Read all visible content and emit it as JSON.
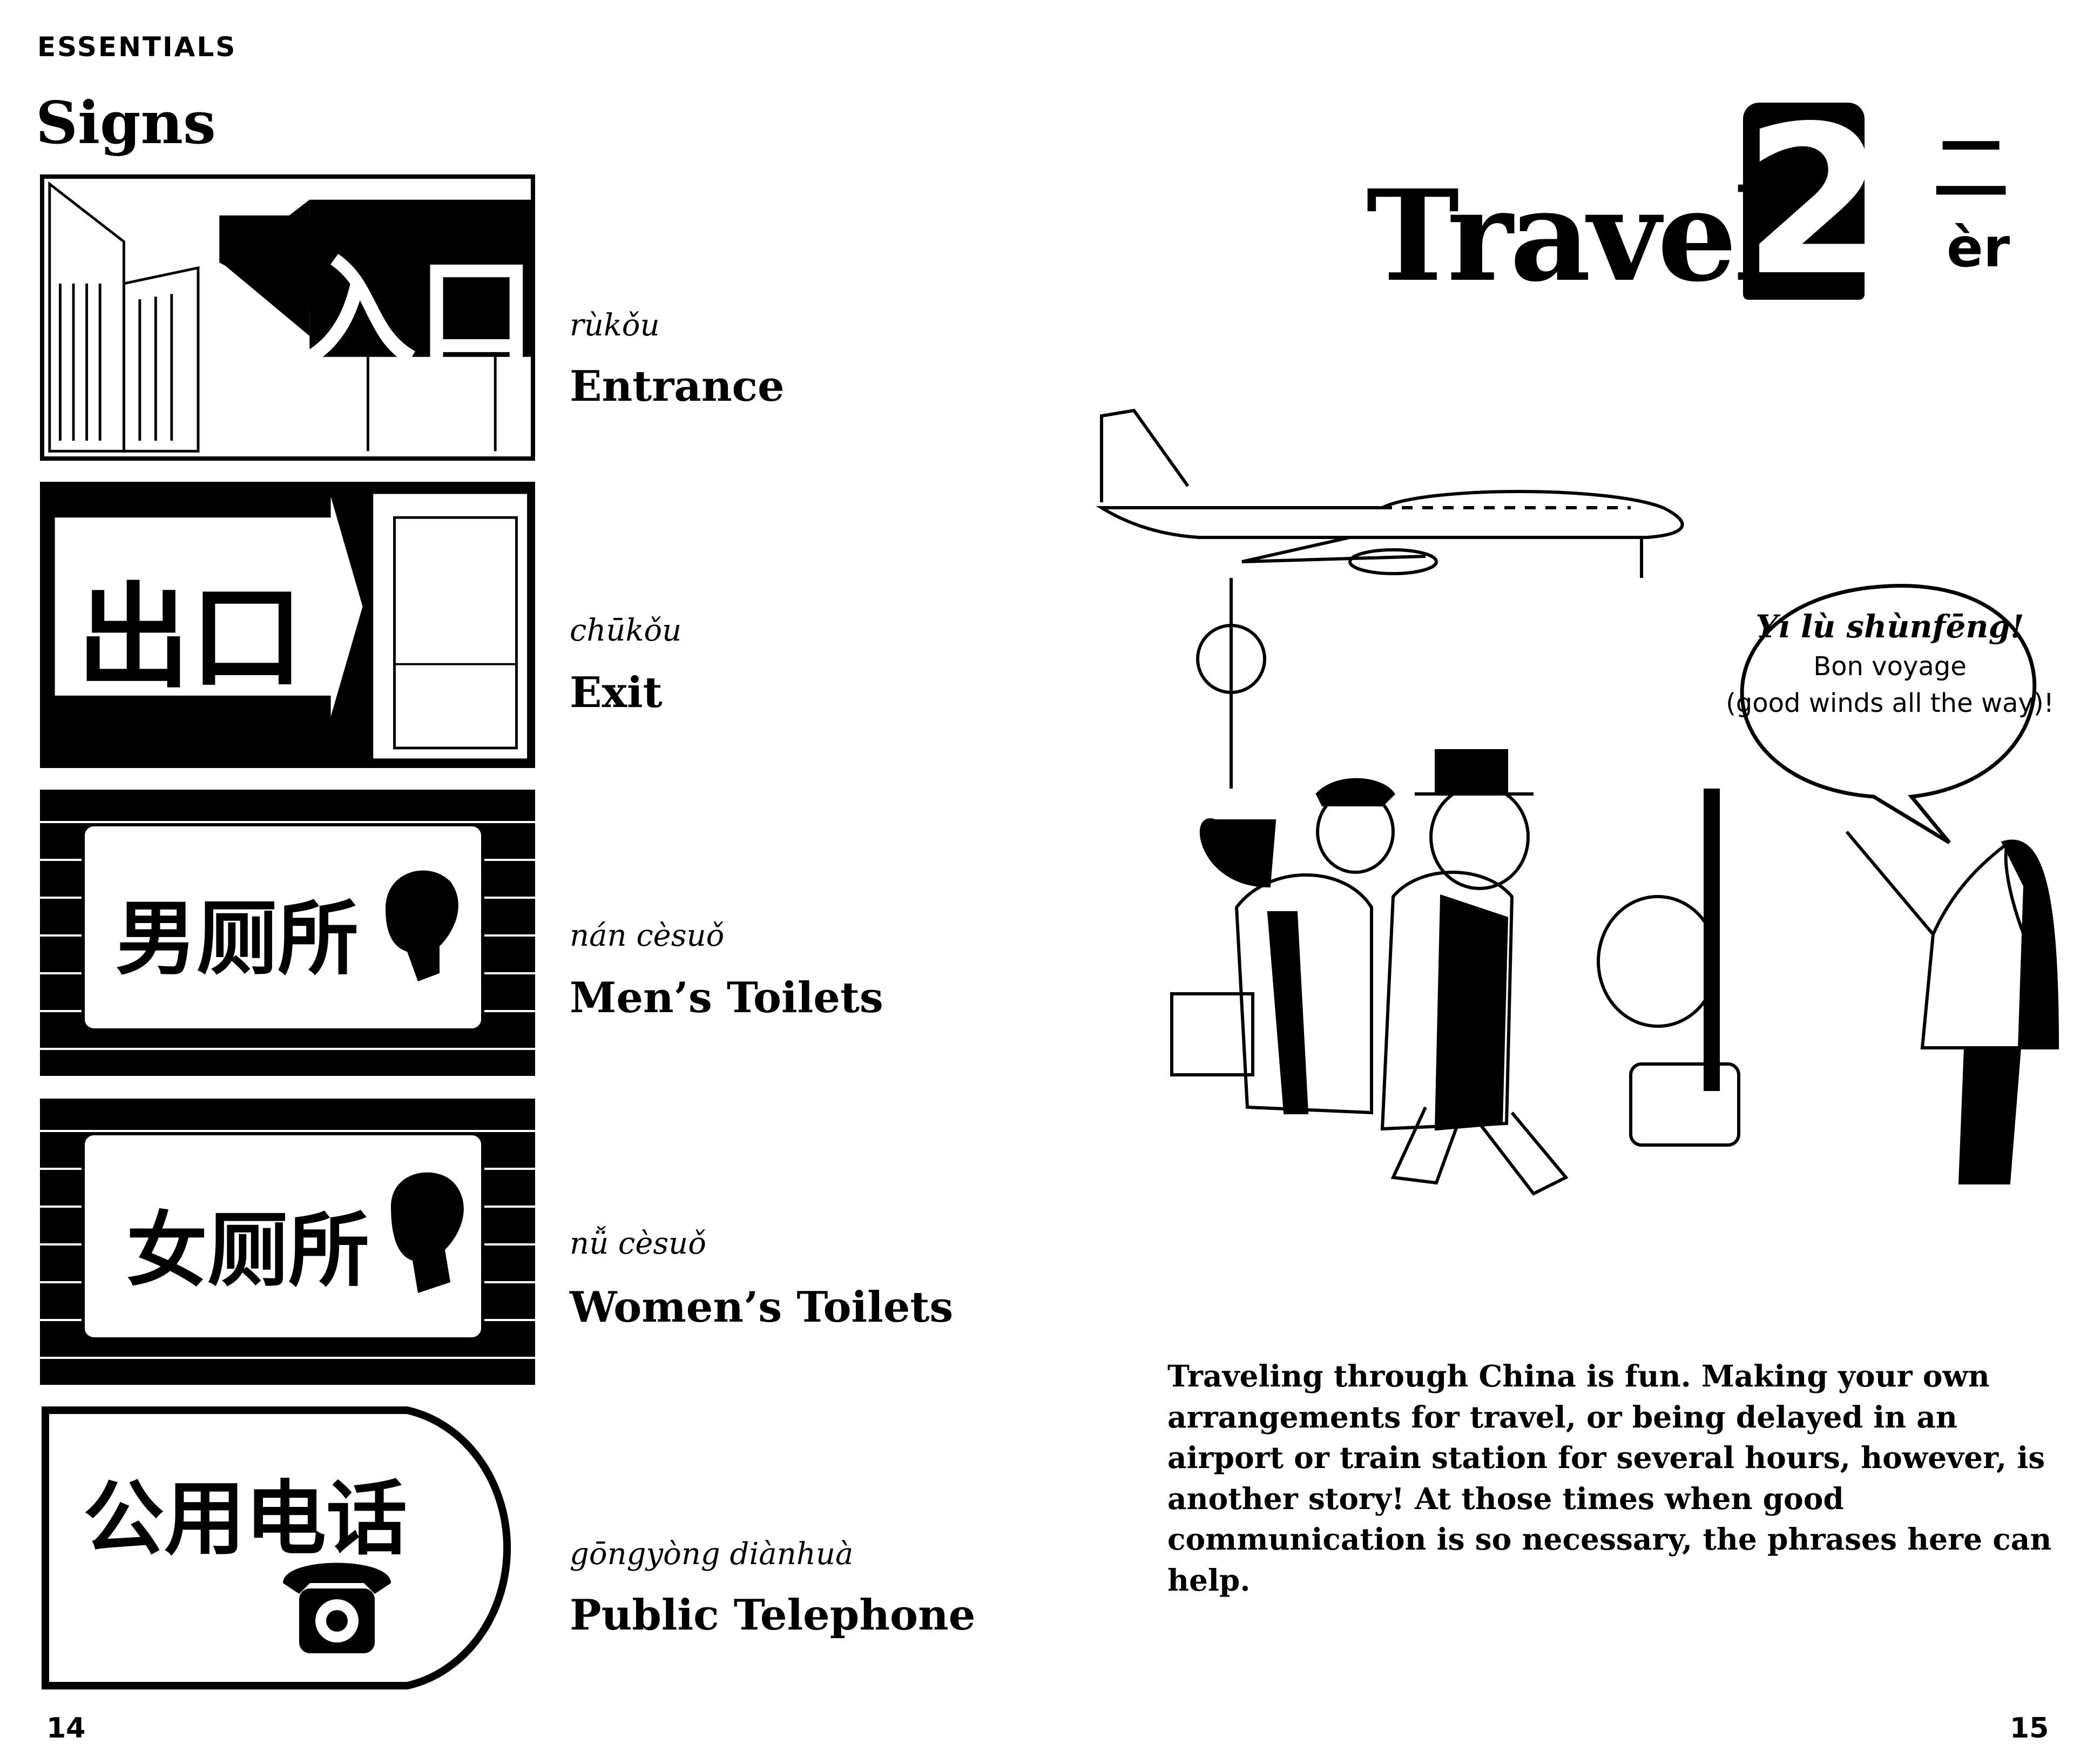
{
  "header": {
    "section": "ESSENTIALS",
    "title": "Signs"
  },
  "signs": [
    {
      "chinese": "入口",
      "pinyin": "rùkǒu",
      "english": "Entrance"
    },
    {
      "chinese": "出口",
      "pinyin": "chūkǒu",
      "english": "Exit"
    },
    {
      "chinese": "男厕所",
      "pinyin": "nán cèsuǒ",
      "english": "Men’s Toilets"
    },
    {
      "chinese": "女厕所",
      "pinyin": "nǚ cèsuǒ",
      "english": "Women’s Toilets"
    },
    {
      "chinese": "公用电话",
      "pinyin": "gōngyòng diànhuà",
      "english": "Public Telephone"
    }
  ],
  "chapter": {
    "title": "Travel",
    "number": "2",
    "number_chinese": "二",
    "number_pinyin": "èr"
  },
  "speech_bubble": {
    "pinyin": "Yí lù shùnfēng!",
    "translation": "Bon voyage",
    "literal": "(good winds all the way)!"
  },
  "intro": "Traveling through China is fun. Making your own arrangements for travel, or being delayed in an airport or train station for several hours, however, is another story! At those times when good communication is so necessary, the phrases here can help.",
  "page_numbers": {
    "left": "14",
    "right": "15"
  }
}
